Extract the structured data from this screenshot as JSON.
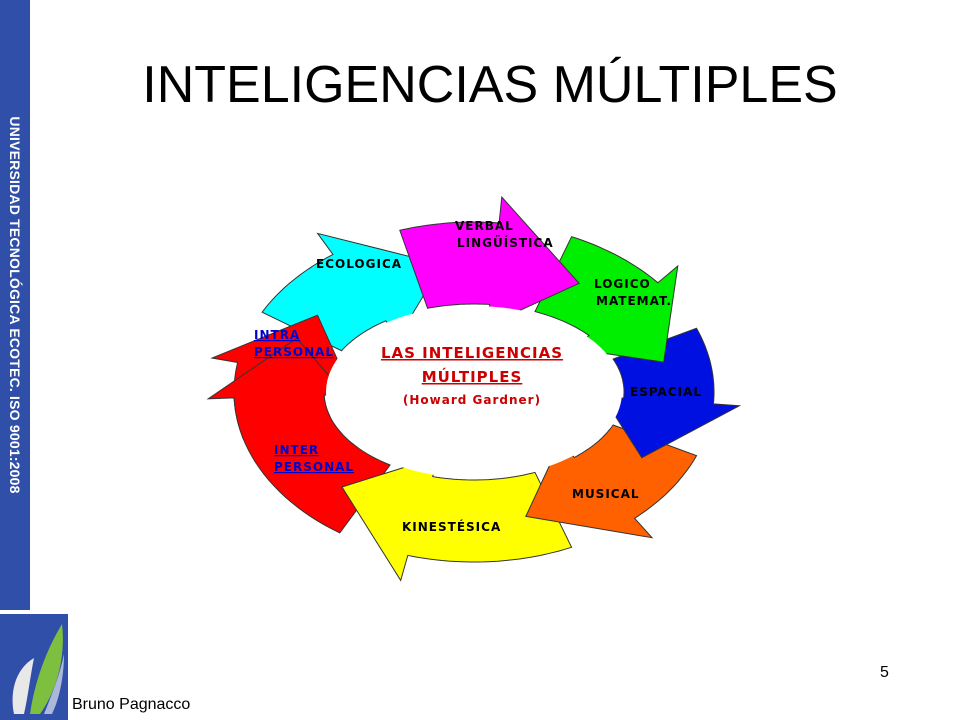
{
  "slide": {
    "title": "INTELIGENCIAS MÚLTIPLES",
    "side_text": "UNIVERSIDAD TECNOLÓGICA ECOTEC. ISO 9001:2008",
    "author": "Bruno Pagnacco",
    "page_number": "5"
  },
  "diagram": {
    "center": {
      "line1": "LAS INTELIGENCIAS",
      "line2": "MÚLTIPLES",
      "line3": "(Howard Gardner)"
    },
    "segments": [
      {
        "key": "verbal",
        "line1": "VERBAL",
        "line2": "LINGÜÍSTICA",
        "color": "#ff00ff"
      },
      {
        "key": "logico",
        "line1": "LOGICO",
        "line2": "MATEMAT.",
        "color": "#00ee00"
      },
      {
        "key": "espacial",
        "line1": "ESPACIAL",
        "line2": "",
        "color": "#0010e0"
      },
      {
        "key": "musical",
        "line1": "MUSICAL",
        "line2": "",
        "color": "#ff6000"
      },
      {
        "key": "kinestesica",
        "line1": "KINESTÉSICA",
        "line2": "",
        "color": "#ffff00"
      },
      {
        "key": "interpersonal",
        "line1": "INTER",
        "line2": "PERSONAL",
        "color": "#ff0000"
      },
      {
        "key": "intrapersonal",
        "line1": "INTRA",
        "line2": "PERSONAL",
        "color": "#ff0000"
      },
      {
        "key": "ecologica",
        "line1": "ECOLOGICA",
        "line2": "",
        "color": "#00ffff"
      }
    ]
  }
}
